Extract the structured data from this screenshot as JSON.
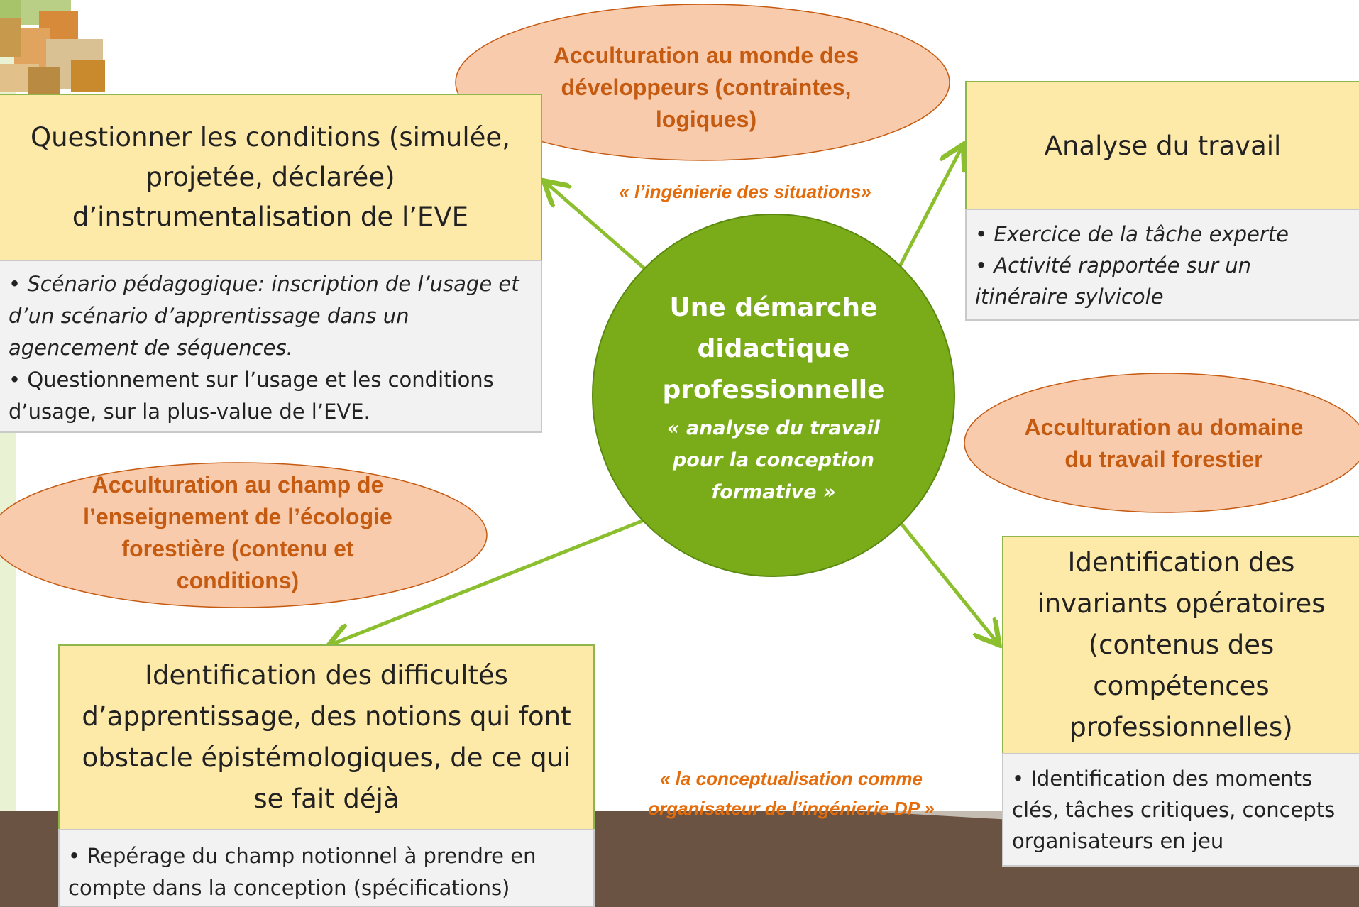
{
  "center": {
    "title": "Une démarche didactique professionnelle",
    "subtitle": "« analyse du travail pour la conception formative »"
  },
  "boxes": {
    "questionner": {
      "title": "Questionner les conditions (simulée, projetée, déclarée) d’instrumentalisation de l’EVE",
      "bullets": [
        "• Scénario pédagogique: inscription de l’usage et d’un scénario d’apprentissage dans un agencement de séquences.",
        "• Questionnement sur l’usage et les conditions d’usage, sur la plus-value de l’EVE."
      ]
    },
    "analyse": {
      "title": "Analyse du travail",
      "bullets": [
        "• Exercice de la tâche experte",
        "• Activité rapportée sur un itinéraire sylvicole"
      ]
    },
    "invariants": {
      "title": "Identification des invariants opératoires (contenus des compétences professionnelles)",
      "bullets": [
        "• Identification des moments clés, tâches critiques, concepts organisateurs en jeu"
      ]
    },
    "difficultes": {
      "title": "Identification des difficultés d’apprentissage, des notions qui font obstacle épistémologiques, de ce qui se fait déjà",
      "bullets": [
        "• Repérage du champ notionnel à prendre en compte dans la conception (spécifications)"
      ]
    }
  },
  "ellipses": {
    "developpeurs": "Acculturation au monde des développeurs (contraintes,  logiques)",
    "travail_forestier": "Acculturation au domaine du travail forestier",
    "ecologie": "Acculturation au champ de l’enseignement de l’écologie forestière (contenu et conditions)"
  },
  "annotations": {
    "ingenierie_situations": "« l’ingénierie des situations»",
    "conceptualisation": "« la conceptualisation comme organisateur de l’ingénierie DP »"
  },
  "colors": {
    "center_fill": "#7aab18",
    "arrow": "#8cbf2e",
    "box_fill": "#fde9a8",
    "box_border": "#8fb64a",
    "ellipse_fill": "#f8cbad",
    "ellipse_text": "#c55a11",
    "annotation": "#e46c0a",
    "footer": "#6b5344"
  }
}
